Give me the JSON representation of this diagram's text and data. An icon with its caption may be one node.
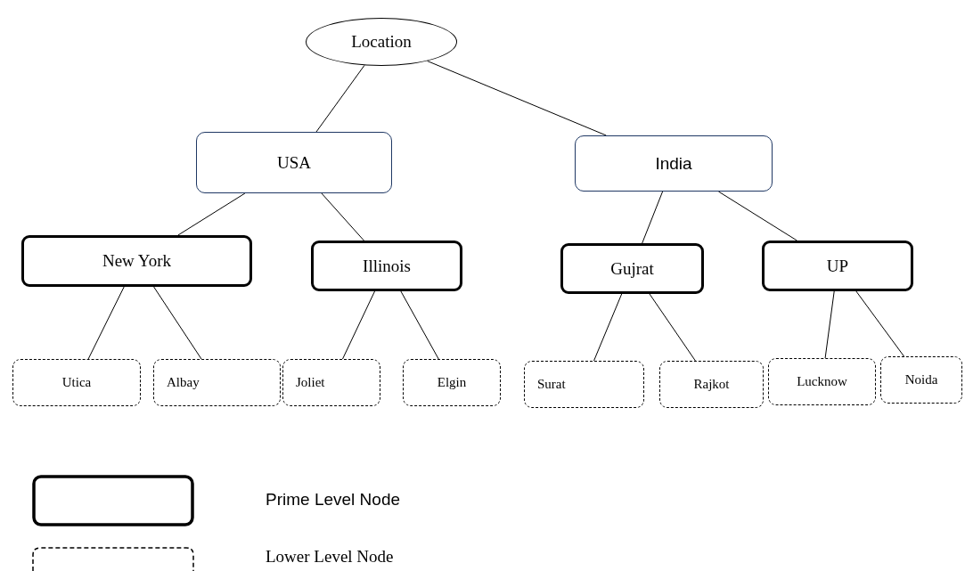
{
  "diagram": {
    "nodes": [
      {
        "text": [
          "Location"
        ]
      },
      {
        "text": [
          "USA"
        ]
      },
      {
        "text": [
          "India"
        ]
      },
      {
        "text": [
          "New York"
        ]
      },
      {
        "text": [
          "Illinois"
        ]
      },
      {
        "text": [
          "Gujrat"
        ]
      },
      {
        "text": [
          "UP"
        ]
      },
      {
        "text": [
          "Utica"
        ]
      },
      {
        "text": [
          "Albay"
        ]
      },
      {
        "text": [
          "Joliet"
        ]
      },
      {
        "text": [
          "Elgin"
        ]
      },
      {
        "text": [
          "Surat"
        ]
      },
      {
        "text": [
          "Rajkot"
        ]
      },
      {
        "text": [
          "Lucknow"
        ]
      },
      {
        "text": [
          "Noida"
        ]
      }
    ],
    "edges": [
      {
        "from": 0,
        "to": 1,
        "arrow": "none"
      },
      {
        "from": 0,
        "to": 2,
        "arrow": "none"
      },
      {
        "from": 1,
        "to": 3,
        "arrow": "none"
      },
      {
        "from": 1,
        "to": 4,
        "arrow": "none"
      },
      {
        "from": 2,
        "to": 5,
        "arrow": "none"
      },
      {
        "from": 2,
        "to": 6,
        "arrow": "none"
      },
      {
        "from": 3,
        "to": 7,
        "arrow": "none"
      },
      {
        "from": 3,
        "to": 8,
        "arrow": "none"
      },
      {
        "from": 4,
        "to": 9,
        "arrow": "none"
      },
      {
        "from": 4,
        "to": 10,
        "arrow": "none"
      },
      {
        "from": 5,
        "to": 11,
        "arrow": "none"
      },
      {
        "from": 5,
        "to": 12,
        "arrow": "none"
      },
      {
        "from": 6,
        "to": 13,
        "arrow": "none"
      },
      {
        "from": 6,
        "to": 14,
        "arrow": "none"
      }
    ],
    "legend": [
      {
        "text": "Prime Level Node"
      },
      {
        "text": "Lower Level Node"
      }
    ]
  }
}
